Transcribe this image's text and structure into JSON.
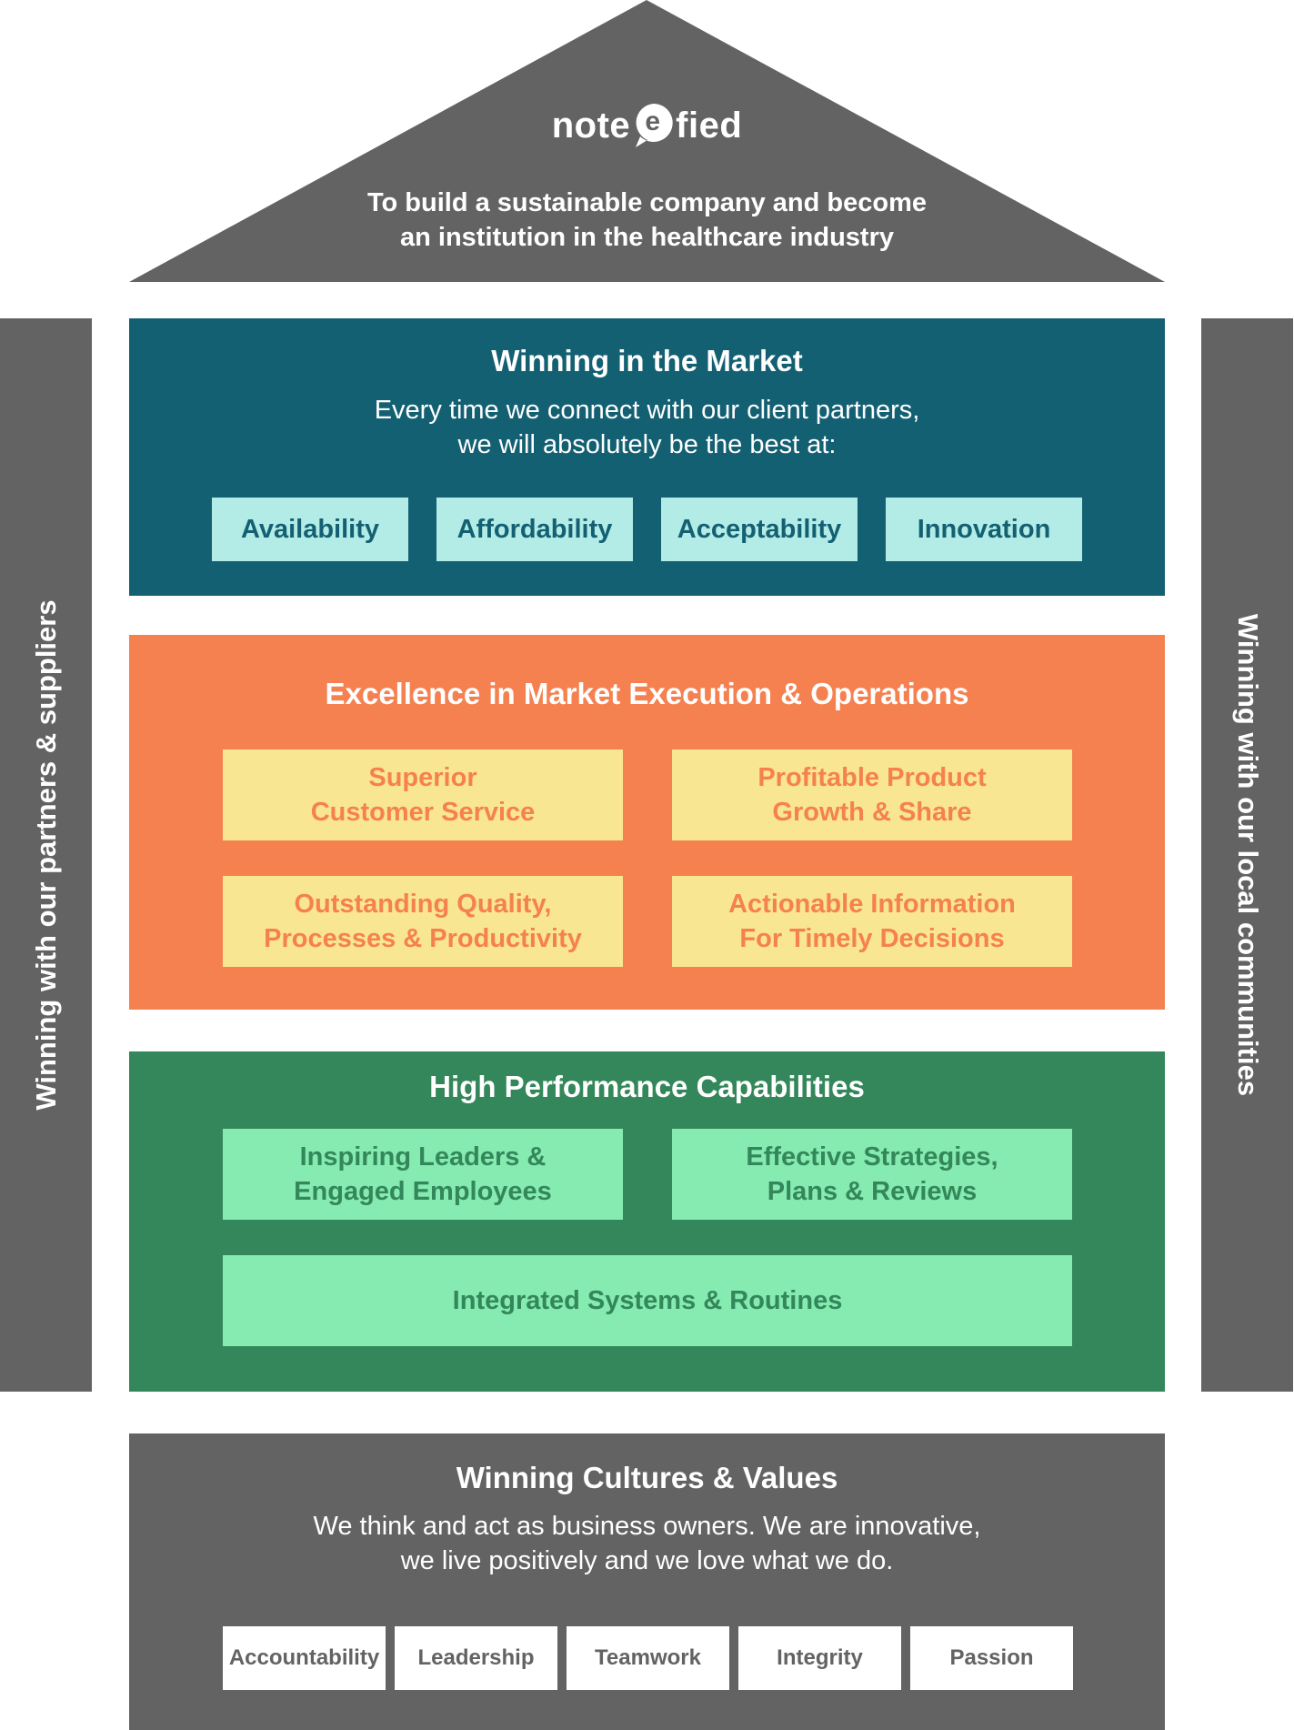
{
  "roof": {
    "brand_left": "note",
    "brand_mark": "e",
    "brand_right": "fied",
    "mission_line1": "To build a sustainable company and become",
    "mission_line2": "an institution in the healthcare industry"
  },
  "pillars": {
    "left": "Winning with our partners & suppliers",
    "right": "Winning with our local communities"
  },
  "market": {
    "title": "Winning in the Market",
    "subtitle_line1": "Every time we connect with our client partners,",
    "subtitle_line2": "we will absolutely be the best at:",
    "items": [
      "Availability",
      "Affordability",
      "Acceptability",
      "Innovation"
    ]
  },
  "execution": {
    "title": "Excellence in Market Execution & Operations",
    "items": [
      {
        "line1": "Superior",
        "line2": "Customer Service"
      },
      {
        "line1": "Profitable Product",
        "line2": "Growth & Share"
      },
      {
        "line1": "Outstanding Quality,",
        "line2": "Processes & Productivity"
      },
      {
        "line1": "Actionable Information",
        "line2": "For Timely Decisions"
      }
    ]
  },
  "capabilities": {
    "title": "High Performance Capabilities",
    "items": [
      {
        "line1": "Inspiring Leaders &",
        "line2": "Engaged Employees"
      },
      {
        "line1": "Effective Strategies,",
        "line2": "Plans & Reviews"
      }
    ],
    "wide_item": "Integrated Systems & Routines"
  },
  "culture": {
    "title": "Winning Cultures & Values",
    "subtitle_line1": "We think and act as business owners. We are innovative,",
    "subtitle_line2": "we live positively and we love what we do.",
    "values": [
      "Accountability",
      "Leadership",
      "Teamwork",
      "Integrity",
      "Passion"
    ]
  },
  "colors": {
    "roof": "#636363",
    "market": "#146073",
    "market_chip": "#b3ece6",
    "execution": "#f58150",
    "execution_chip": "#f9e692",
    "capabilities": "#33875a",
    "capabilities_chip": "#85ebb0",
    "culture": "#636363"
  }
}
